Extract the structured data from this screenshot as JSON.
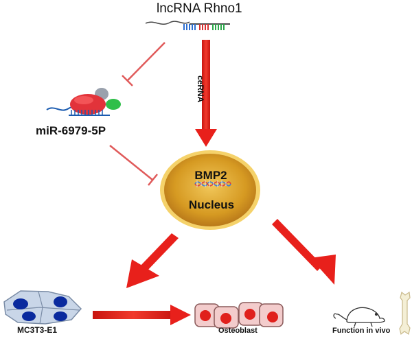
{
  "labels": {
    "lncrna": "lncRNA Rhno1",
    "mirna": "miR-6979-5P",
    "cerna": "ceRNA",
    "gene": "BMP2",
    "nucleus": "Nucleus",
    "cell_line": "MC3T3-E1",
    "osteoblast": "Osteoblast",
    "function": "Function in vivo"
  },
  "colors": {
    "arrow_red": "#e8201b",
    "nucleus_fill": "#d9a02a",
    "nucleus_outer": "#f2c53c",
    "cell_nucleus_blue": "#0a2a9e",
    "cell_body_blue": "#c9d6e8",
    "osteoblast_fill": "#f3cccc",
    "osteoblast_nucleus": "#e0201c"
  },
  "icons": [
    "rna-strand-icon",
    "mirna-complex-icon",
    "dna-helix-icon",
    "mouse-icon",
    "bone-icon"
  ]
}
